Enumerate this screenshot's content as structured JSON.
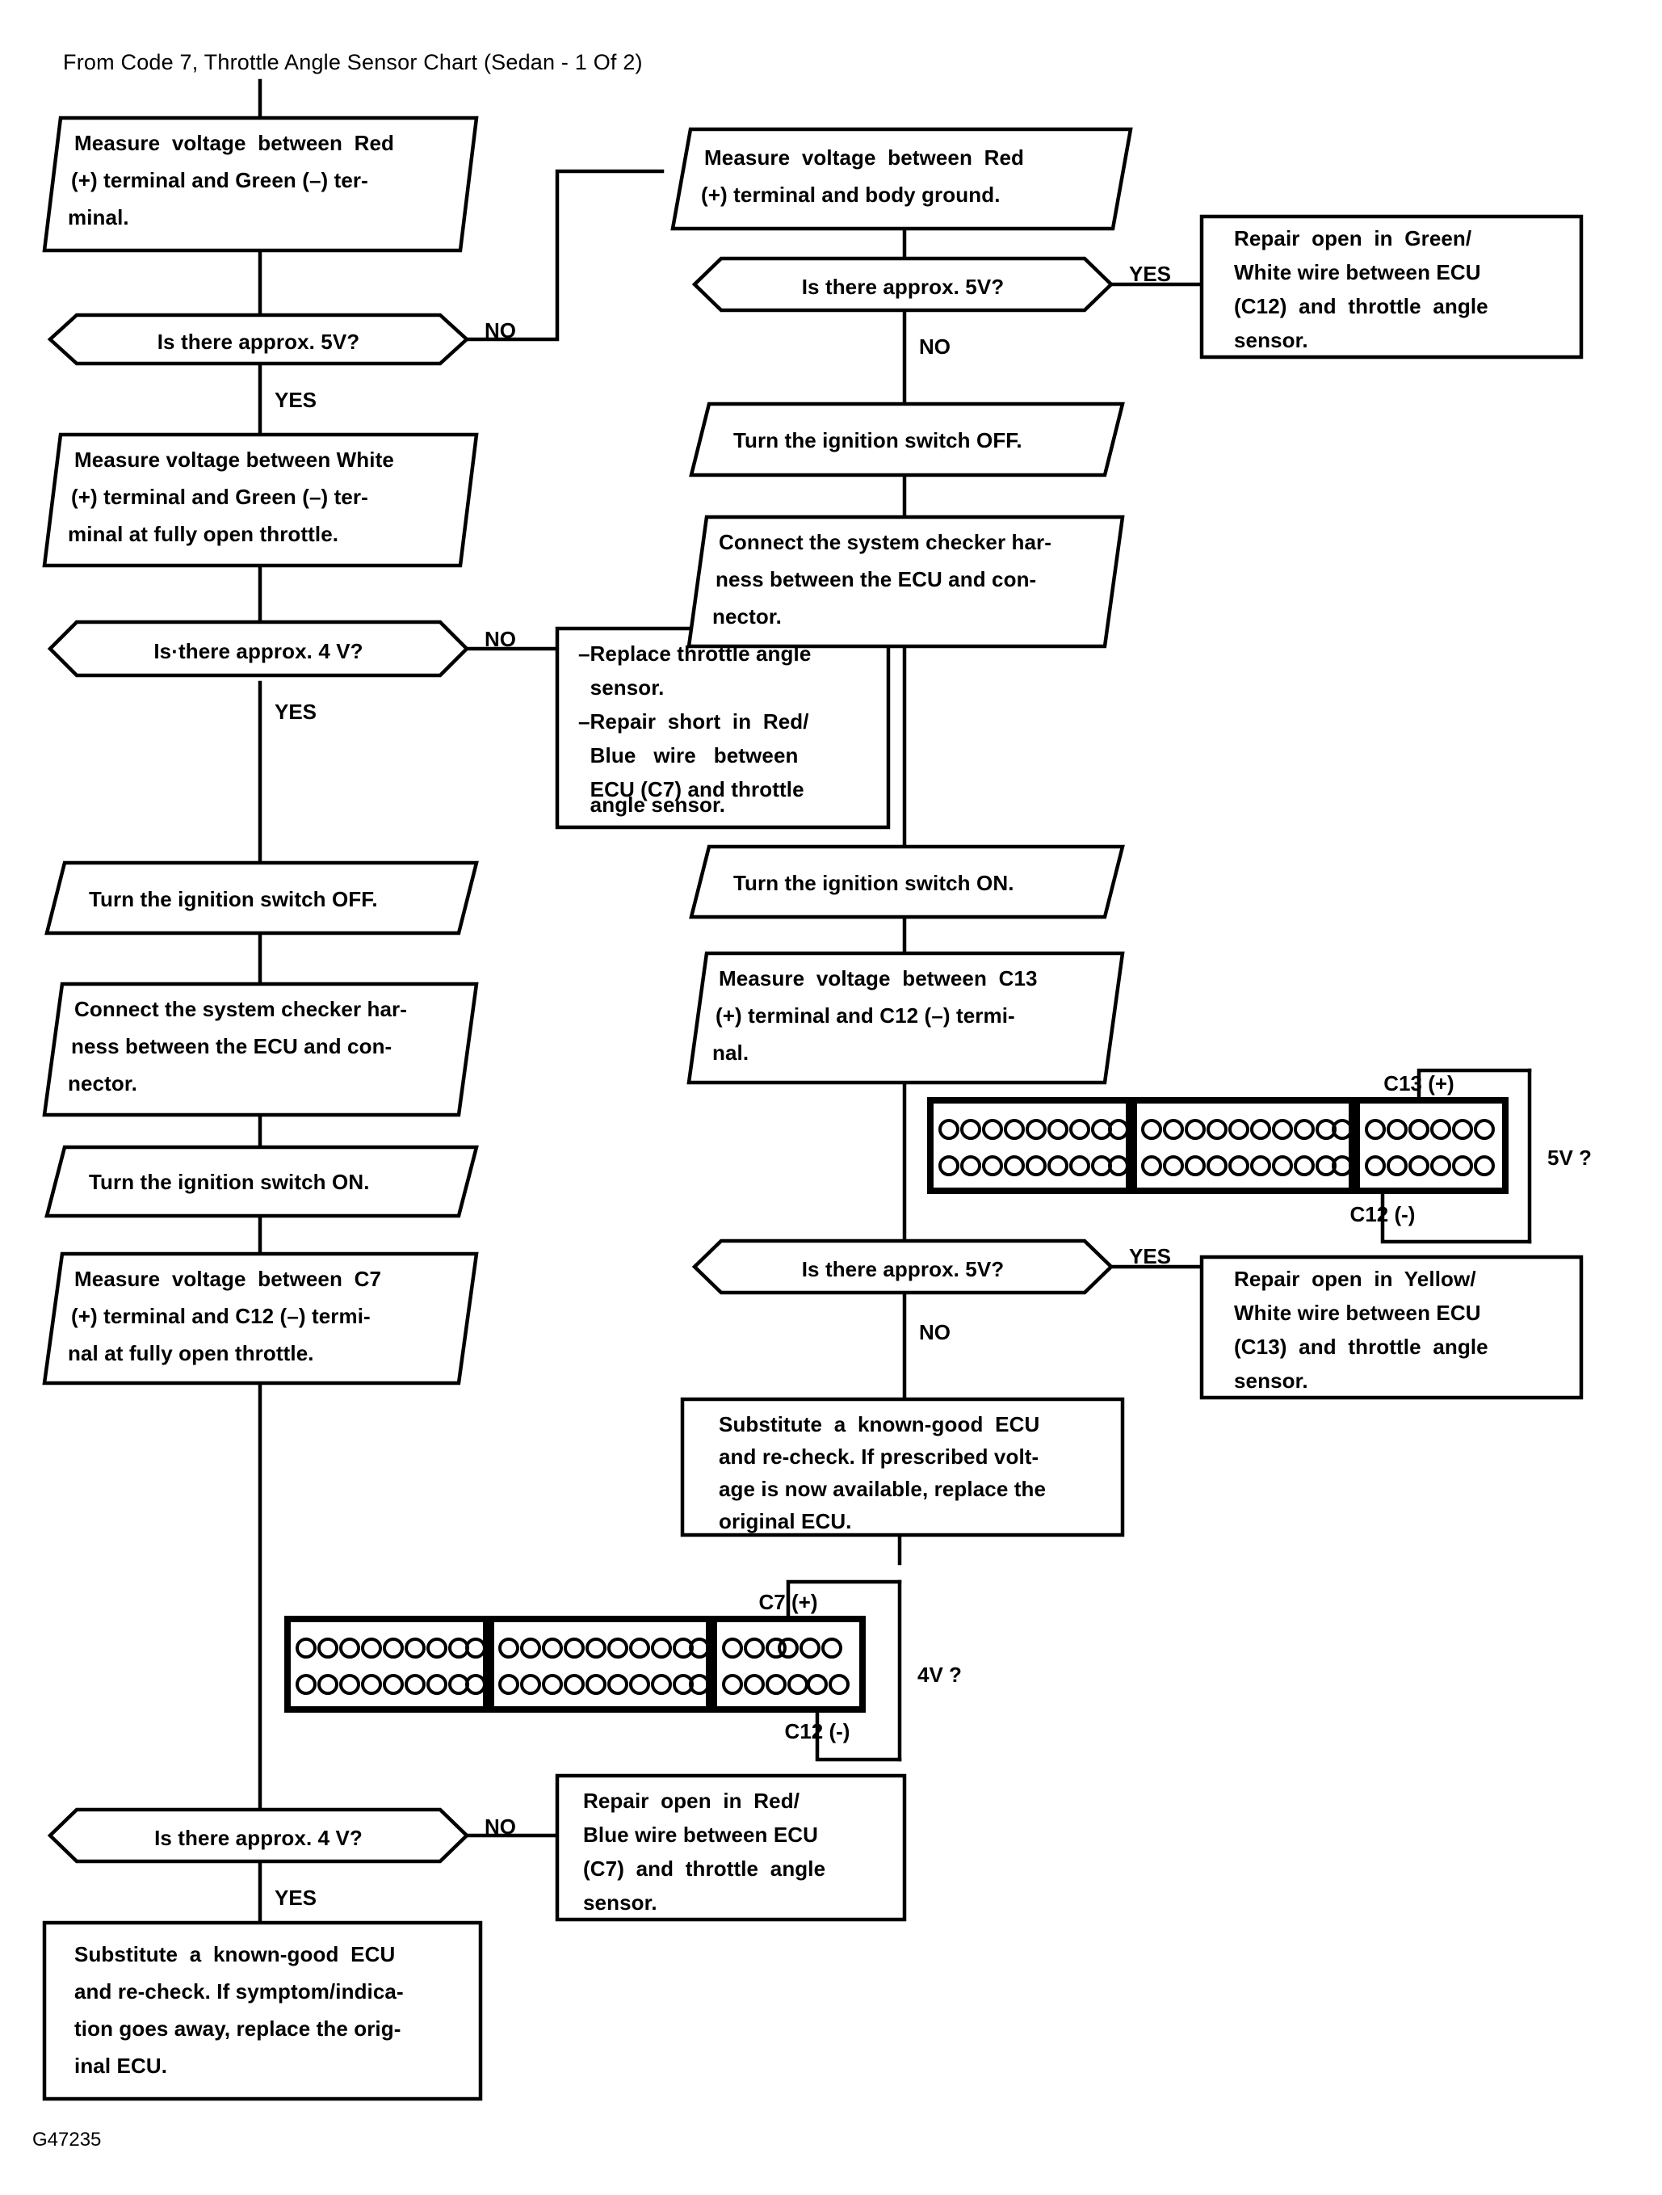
{
  "document": {
    "title": "From Code 7, Throttle Angle Sensor Chart (Sedan - 1 Of 2)",
    "figure_id": "G47235"
  },
  "labels": {
    "yes": "YES",
    "no": "NO"
  },
  "chart_data": {
    "type": "diagram",
    "title": "From Code 7, Throttle Angle Sensor Chart (Sedan - 1 Of 2)",
    "nodes": [
      {
        "id": "L1",
        "shape": "parallelogram",
        "lines": [
          "Measure  voltage  between  Red",
          "(+) terminal and Green (–) ter-",
          "minal."
        ]
      },
      {
        "id": "L2",
        "shape": "hexagon",
        "lines": [
          "Is there approx. 5V?"
        ]
      },
      {
        "id": "L3",
        "shape": "parallelogram",
        "lines": [
          "Measure voltage between White",
          "(+) terminal and Green (–) ter-",
          "minal at fully open throttle."
        ]
      },
      {
        "id": "L4",
        "shape": "hexagon",
        "lines": [
          "Is·there approx. 4 V?"
        ]
      },
      {
        "id": "L5",
        "shape": "parallelogram",
        "lines": [
          "Turn the ignition switch OFF."
        ]
      },
      {
        "id": "L6",
        "shape": "parallelogram",
        "lines": [
          "Connect the system checker har-",
          "ness between the ECU and con-",
          "nector."
        ]
      },
      {
        "id": "L7",
        "shape": "parallelogram",
        "lines": [
          "Turn the ignition switch ON."
        ]
      },
      {
        "id": "L8",
        "shape": "parallelogram",
        "lines": [
          "Measure  voltage  between  C7",
          "(+) terminal and C12 (–) termi-",
          "nal at fully open throttle."
        ]
      },
      {
        "id": "L9",
        "shape": "hexagon",
        "lines": [
          "Is there approx. 4 V?"
        ]
      },
      {
        "id": "L10",
        "shape": "rect",
        "lines": [
          "Substitute  a  known-good  ECU",
          "and re-check. If symptom/indica-",
          "tion goes away, replace the orig-",
          "inal ECU."
        ]
      },
      {
        "id": "R1",
        "shape": "parallelogram",
        "lines": [
          "Measure  voltage  between  Red",
          "(+) terminal and body ground."
        ]
      },
      {
        "id": "R2",
        "shape": "hexagon",
        "lines": [
          "Is there approx. 5V?"
        ]
      },
      {
        "id": "R3",
        "shape": "rect",
        "lines": [
          "Repair  open  in  Green/",
          "White wire between ECU",
          "(C12)  and  throttle  angle",
          "sensor."
        ]
      },
      {
        "id": "R4",
        "shape": "parallelogram",
        "lines": [
          "Turn the ignition switch OFF."
        ]
      },
      {
        "id": "R5",
        "shape": "parallelogram",
        "lines": [
          "Connect the system checker har-",
          "ness between the ECU and con-",
          "nector."
        ]
      },
      {
        "id": "M1",
        "shape": "rect",
        "lines": [
          "–Replace throttle angle",
          "  sensor.",
          "–Repair  short  in  Red/",
          "  Blue   wire   between",
          "  ECU (C7) and throttle",
          "  angle sensor."
        ]
      },
      {
        "id": "R6",
        "shape": "parallelogram",
        "lines": [
          "Turn the ignition switch ON."
        ]
      },
      {
        "id": "R7",
        "shape": "parallelogram",
        "lines": [
          "Measure  voltage  between  C13",
          "(+) terminal and C12 (–) termi-",
          "nal."
        ]
      },
      {
        "id": "R8",
        "shape": "hexagon",
        "lines": [
          "Is there approx. 5V?"
        ]
      },
      {
        "id": "R9",
        "shape": "rect",
        "lines": [
          "Repair  open  in  Yellow/",
          "White wire between ECU",
          "(C13)  and  throttle  angle",
          "sensor."
        ]
      },
      {
        "id": "R10",
        "shape": "rect",
        "lines": [
          "Substitute  a  known-good  ECU",
          "and re-check. If prescribed volt-",
          "age is now available, replace the",
          "original ECU."
        ]
      },
      {
        "id": "B1",
        "shape": "rect",
        "lines": [
          "Repair  open  in  Red/",
          "Blue wire between ECU",
          "(C7)  and  throttle  angle",
          "sensor."
        ]
      }
    ],
    "edges": [
      {
        "from": "L1",
        "to": "L2",
        "label": ""
      },
      {
        "from": "L2",
        "to": "R1",
        "label": "NO"
      },
      {
        "from": "L2",
        "to": "L3",
        "label": "YES"
      },
      {
        "from": "L3",
        "to": "L4",
        "label": ""
      },
      {
        "from": "L4",
        "to": "M1",
        "label": "NO"
      },
      {
        "from": "L4",
        "to": "L5",
        "label": "YES"
      },
      {
        "from": "L5",
        "to": "L6",
        "label": ""
      },
      {
        "from": "L6",
        "to": "L7",
        "label": ""
      },
      {
        "from": "L7",
        "to": "L8",
        "label": ""
      },
      {
        "from": "L8",
        "to": "L9",
        "label": ""
      },
      {
        "from": "L9",
        "to": "B1",
        "label": "NO"
      },
      {
        "from": "L9",
        "to": "L10",
        "label": "YES"
      },
      {
        "from": "R1",
        "to": "R2",
        "label": ""
      },
      {
        "from": "R2",
        "to": "R3",
        "label": "YES"
      },
      {
        "from": "R2",
        "to": "R4",
        "label": "NO"
      },
      {
        "from": "R4",
        "to": "R5",
        "label": ""
      },
      {
        "from": "R5",
        "to": "R6",
        "label": ""
      },
      {
        "from": "R6",
        "to": "R7",
        "label": ""
      },
      {
        "from": "R7",
        "to": "R8",
        "label": ""
      },
      {
        "from": "R8",
        "to": "R9",
        "label": "YES"
      },
      {
        "from": "R8",
        "to": "R10",
        "label": "NO"
      }
    ],
    "connectors": [
      {
        "id": "connector-upper",
        "sections": [
          9,
          10,
          8
        ],
        "rows": 2,
        "probe_plus": {
          "label": "C13 (+)",
          "row": "top",
          "section": 3,
          "pin": 7
        },
        "probe_minus": {
          "label": "C12 (-)",
          "row": "bottom",
          "section": 3,
          "pin": 6
        },
        "reading": "5V ?"
      },
      {
        "id": "connector-lower",
        "sections": [
          9,
          10,
          8
        ],
        "rows": 2,
        "probe_plus": {
          "label": "C7 (+)",
          "row": "top",
          "section": 3,
          "pin": 4
        },
        "probe_minus": {
          "label": "C12 (-)",
          "row": "bottom",
          "section": 3,
          "pin": 6
        },
        "reading": "4V ?"
      }
    ]
  }
}
